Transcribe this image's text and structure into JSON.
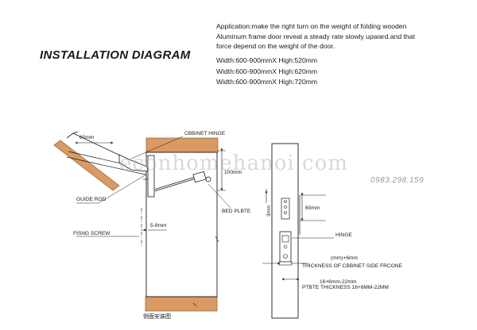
{
  "title": "INSTALLATION DIAGRAM",
  "application": [
    "Application:make the right turn on the weight of folding wooden",
    "Aluminum frame door reveal a steady rate slowly upward.and that",
    "force depend on the weight of the door."
  ],
  "dimensions": [
    "Width:600-900mmX High:520mm",
    "Width:600-900mmX High:620mm",
    "Width:600-900mmX High:720mm"
  ],
  "labels": {
    "mm60_left": "60mm",
    "cabinet_hinge": "CBBINET HINGE",
    "mm100": "100mm",
    "guide_rod": "GUIDE ROD",
    "bed_plate": "BED PLBTE",
    "fixing_screw": "FISNG SCREW",
    "gap": "5-8mm",
    "side_caption": "侧面安装图",
    "mm3": "3mm",
    "mm60_right": "60mm",
    "hinge": "HINGE",
    "mm6": "(mm)+6mm",
    "thickness_side": "THICKNESS OF CBBINET SIDE FRCONE",
    "plate_range": "16+6mm-22mm",
    "plate_thickness": "PTBTE THICKNESS 16+6MM-22MM"
  },
  "watermark": "econhomehanoi.com",
  "phone": "0983.298.159",
  "colors": {
    "wood": "#d99a63",
    "wood_dark": "#a8693a",
    "line": "#1a1a1a",
    "watermark": "#aaaaaa"
  }
}
